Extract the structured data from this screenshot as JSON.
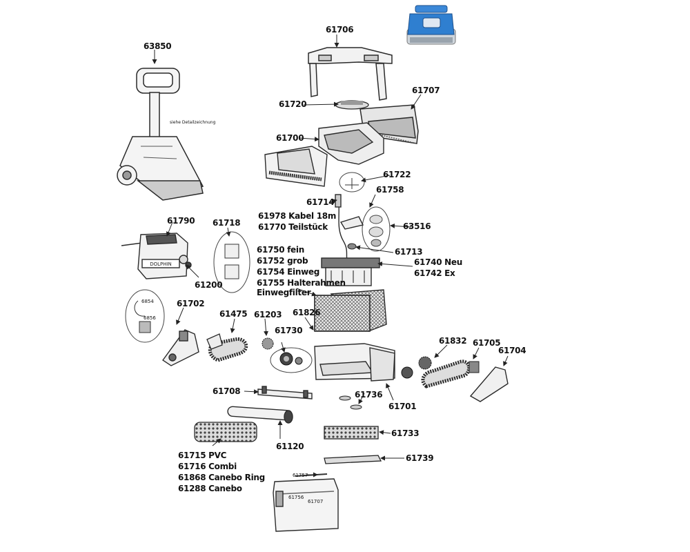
{
  "labels": {
    "p63850": "63850",
    "caddy_note": "siehe Detailzeichnung",
    "p61706": "61706",
    "p61707": "61707",
    "p61720": "61720",
    "p61700": "61700",
    "p61722": "61722",
    "p61758": "61758",
    "p61714": "61714",
    "p63516": "63516",
    "cable": [
      "61978 Kabel 18m",
      "61770 Teilstück"
    ],
    "p61790": "61790",
    "p61718": "61718",
    "p61200": "61200",
    "p6854": "6854",
    "p6856": "6856",
    "filters": [
      "61750 fein",
      "61752 grob",
      "61754 Einweg",
      "61755 Halterahmen",
      "Einwegfilter"
    ],
    "p61713": "61713",
    "p61740": [
      "61740 Neu",
      "61742 Ex"
    ],
    "p61702": "61702",
    "p61475": "61475",
    "p61203": "61203",
    "p61730": "61730",
    "p61826": "61826",
    "p61832": "61832",
    "p61705": "61705",
    "p61704": "61704",
    "p61708": "61708",
    "p61736": "61736",
    "p61701": "61701",
    "p61120": "61120",
    "p61733": "61733",
    "p61739": "61739",
    "brushes": [
      "61715 PVC",
      "61716 Combi",
      "61868 Canebo Ring",
      "61288 Canebo"
    ],
    "p61757": "61757",
    "p61756": "61756",
    "p61707b": "61707"
  },
  "psu_brand": "DOLPHIN",
  "colors": {
    "line": "#2a2a2a",
    "fill": "#f4f4f4",
    "dark": "#555555",
    "robot_blue": "#2f7fd0"
  }
}
